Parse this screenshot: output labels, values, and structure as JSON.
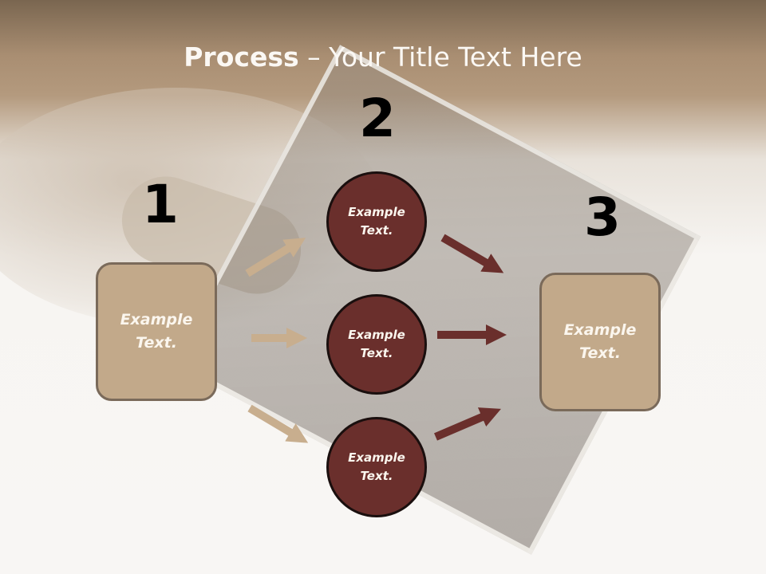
{
  "title": {
    "bold": "Process",
    "rest": " – Your Title Text Here"
  },
  "steps": [
    {
      "number": "1"
    },
    {
      "number": "2"
    },
    {
      "number": "3"
    }
  ],
  "nodes": {
    "left_box": "Example Text.",
    "circle_top": "Example Text.",
    "circle_mid": "Example Text.",
    "circle_bottom": "Example Text.",
    "right_box": "Example Text."
  },
  "colors": {
    "box_fill": "#c2a98a",
    "circle_fill": "#6a2f2c",
    "arrow_tan": "#c8ae8e",
    "arrow_maroon": "#6a2f2c"
  }
}
